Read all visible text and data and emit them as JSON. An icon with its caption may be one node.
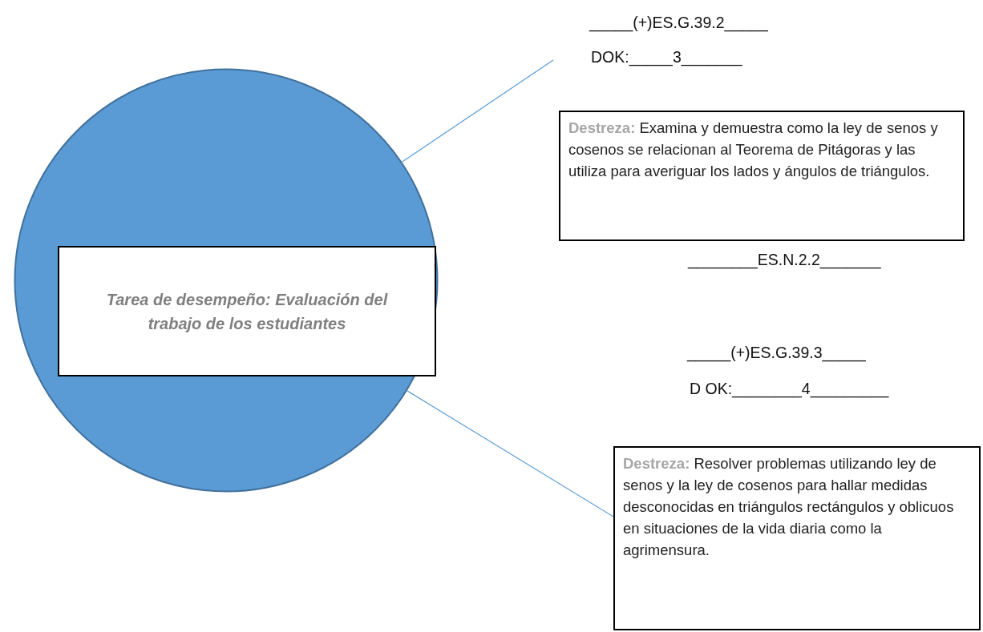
{
  "diagram": {
    "nodes": [
      {
        "text": [],
        "shape": "circle"
      },
      {
        "text": [
          "Tarea de desempeño: Evaluación del trabajo de los estudiantes"
        ],
        "in": 0
      },
      {
        "text": [
          "**Destreza:** Examina y demuestra como  la ley de senos y cosenos se relacionan al Teorema de Pitágoras y las utiliza para averiguar los lados y ángulos de triángulos."
        ]
      },
      {
        "text": [
          "**Destreza:** Resolver problemas utilizando ley de senos y la ley de cosenos para hallar medidas desconocidas en triángulos rectángulos y oblicuos en situaciones de la vida diaria como la agrimensura."
        ]
      }
    ],
    "edges": [
      {
        "from": 0,
        "to": null,
        "arrow": "none"
      },
      {
        "from": 0,
        "to": 3,
        "arrow": "none"
      }
    ],
    "labels": [
      "_____(+)ES.G.39.2_____",
      "DOK:_____3_______",
      "________ES.N.2.2_______",
      "_____(+)ES.G.39.3_____",
      "D OK:________4_________"
    ]
  }
}
